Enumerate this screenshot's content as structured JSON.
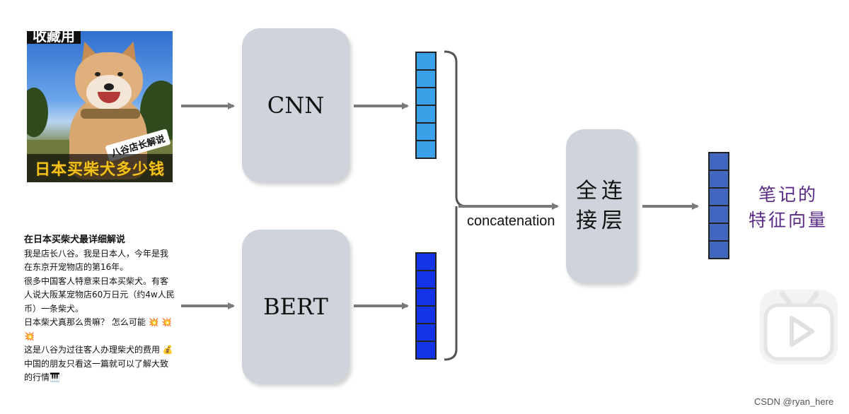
{
  "image_thumb": {
    "top_badge": "收藏用",
    "tag": "八谷店长解说",
    "caption": "日本买柴犬多少钱"
  },
  "post": {
    "title": "在日本买柴犬最详细解说",
    "lines": [
      "我是店长八谷。我是日本人，今年是我",
      "在东京开宠物店的第16年。",
      "很多中国客人特意来日本买柴犬。有客",
      "人说大阪某宠物店60万日元（约4w人民",
      "币）一条柴犬。",
      "日本柴犬真那么贵嘛？ 怎么可能 💥 💥",
      "💥",
      "这是八谷为过往客人办理柴犬的费用 💰",
      "中国的朋友只看这一篇就可以了解大致",
      "的行情🎹"
    ]
  },
  "nodes": {
    "cnn": "CNN",
    "bert": "BERT",
    "fc_line1": "全连",
    "fc_line2": "接层"
  },
  "labels": {
    "concatenation": "concatenation",
    "output_line1": "笔记的",
    "output_line2": "特征向量"
  },
  "watermark": "CSDN @ryan_here",
  "colors": {
    "image_vector": "#3aa0e8",
    "text_vector": "#1434e8",
    "output_vector": "#4367c0",
    "box_fill": "#cfd3dc",
    "output_label": "#5a2a86"
  },
  "icons": [
    "bilibili-play-icon"
  ]
}
